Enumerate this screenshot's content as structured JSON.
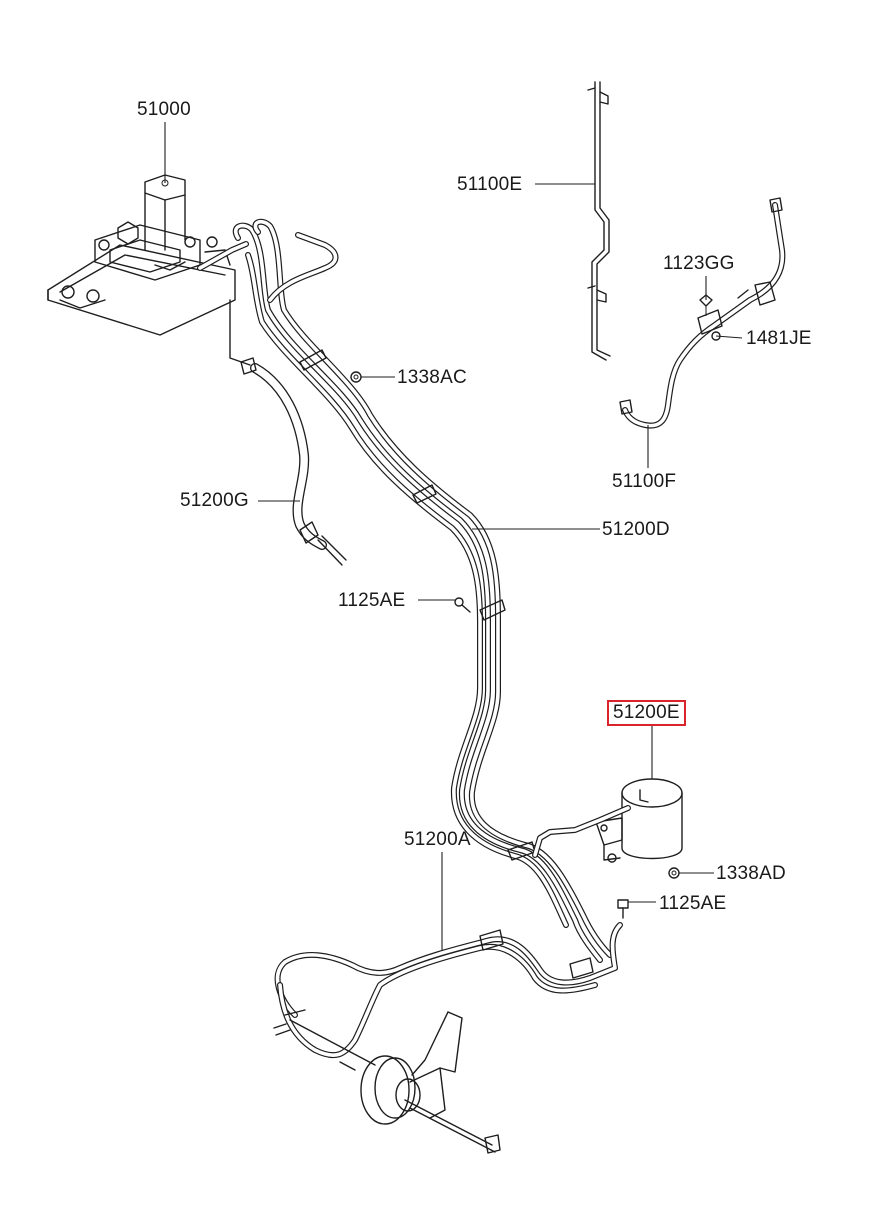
{
  "labels": {
    "l51000": "51000",
    "l51100E": "51100E",
    "l1123GG": "1123GG",
    "l1481JE": "1481JE",
    "l1338AC": "1338AC",
    "l51100F": "51100F",
    "l51200G": "51200G",
    "l51200D": "51200D",
    "l1125AE_top": "1125AE",
    "l51200E": "51200E",
    "l51200A": "51200A",
    "l1338AD": "1338AD",
    "l1125AE_bottom": "1125AE"
  },
  "colors": {
    "line": "#1e1e1e",
    "highlight": "#d8242a",
    "background": "#ffffff"
  }
}
